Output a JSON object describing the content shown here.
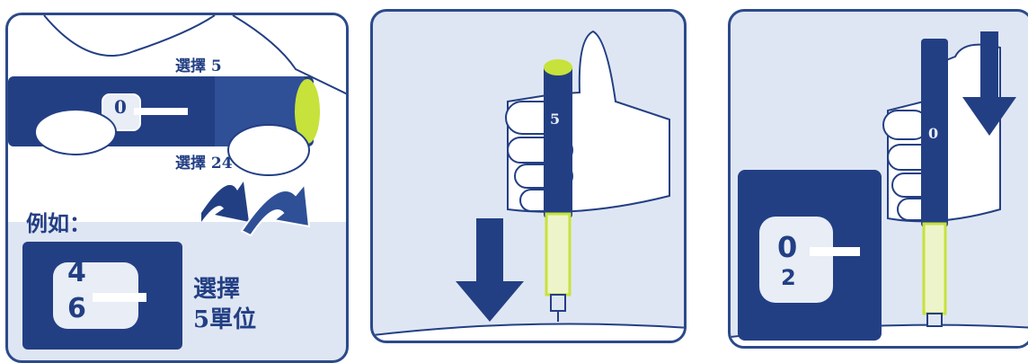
{
  "panel1": {
    "label_top": "選擇 5",
    "label_bottom": "選擇 24",
    "example_label": "例如：",
    "dial_window_top": "4",
    "dial_window_bottom": "6",
    "pen_dial_value": "0",
    "select_line1": "選擇",
    "select_line2": "5單位"
  },
  "panel2": {
    "pen_dial_value": "5"
  },
  "panel3": {
    "pen_dial_value": "0",
    "zoom_window_top": "0",
    "zoom_window_bottom": "2"
  },
  "colors": {
    "navy": "#233f84",
    "light_bg": "#dfe6f3",
    "lime": "#c7e23a",
    "window_light": "#e8edf6"
  },
  "icons": [
    "rotate-arrows-icon",
    "down-arrow-icon"
  ]
}
